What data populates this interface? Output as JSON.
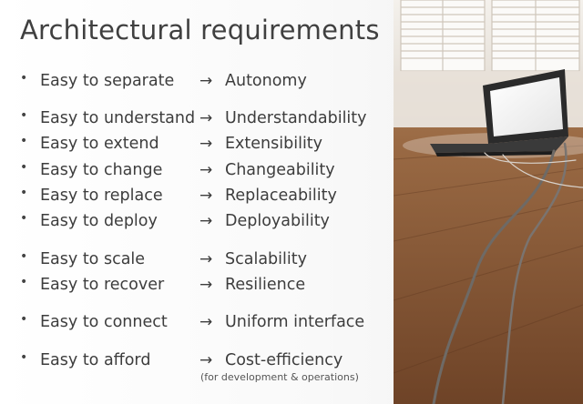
{
  "slide": {
    "title": "Architectural requirements",
    "bullet": "•",
    "arrow": "→",
    "requirements": [
      {
        "left": "Easy to separate",
        "right": "Autonomy"
      },
      {
        "left": "Easy to understand",
        "right": "Understandability"
      },
      {
        "left": "Easy to extend",
        "right": "Extensibility"
      },
      {
        "left": "Easy to change",
        "right": "Changeability"
      },
      {
        "left": "Easy to replace",
        "right": "Replaceability"
      },
      {
        "left": "Easy to deploy",
        "right": "Deployability"
      },
      {
        "left": "Easy to scale",
        "right": "Scalability"
      },
      {
        "left": "Easy to recover",
        "right": "Resilience"
      },
      {
        "left": "Easy to connect",
        "right": "Uniform interface"
      },
      {
        "left": "Easy to afford",
        "right": "Cost-efficiency",
        "note": "(for development & operations)"
      }
    ]
  },
  "colors": {
    "text": "#3d3d3d",
    "background": "#ffffff",
    "floor": "#8a5a36",
    "laptop": "#2b2b2b"
  }
}
